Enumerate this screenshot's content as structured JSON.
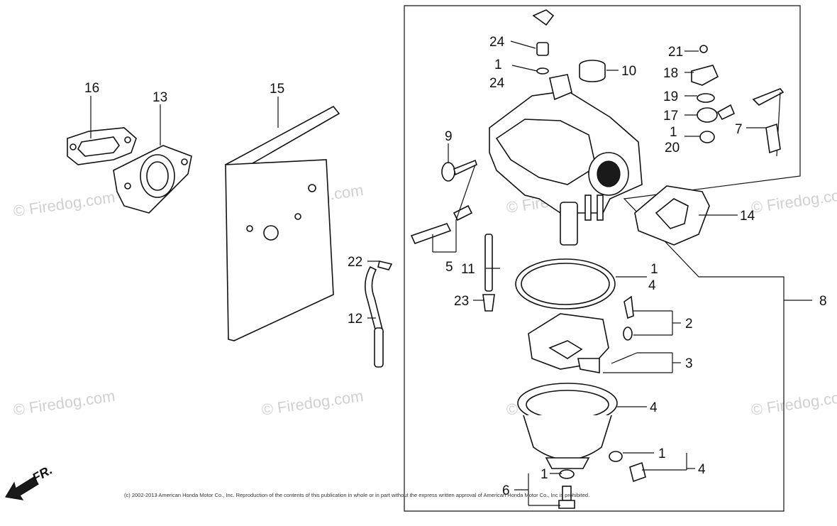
{
  "callouts": {
    "c16": "16",
    "c13": "13",
    "c15": "15",
    "c22": "22",
    "c12": "12",
    "c24a": "24",
    "c1a": "1",
    "c24b": "24",
    "c10": "10",
    "c9": "9",
    "c5": "5",
    "c11": "11",
    "c23": "23",
    "c21": "21",
    "c18": "18",
    "c19": "19",
    "c17": "17",
    "c1b": "1",
    "c20": "20",
    "c7": "7",
    "c14": "14",
    "c1c": "1",
    "c4a": "4",
    "c8": "8",
    "c2": "2",
    "c3": "3",
    "c4b": "4",
    "c1d": "1",
    "c4c": "4",
    "c1e": "1",
    "c6": "6"
  },
  "watermark": "© Firedog.com",
  "copyright": "(c) 2002-2013 American Honda Motor Co., Inc. Reproduction of the contents of this publication in whole or in part without the express written approval of American Honda Motor Co., Inc is prohibited.",
  "direction_label": "FR."
}
